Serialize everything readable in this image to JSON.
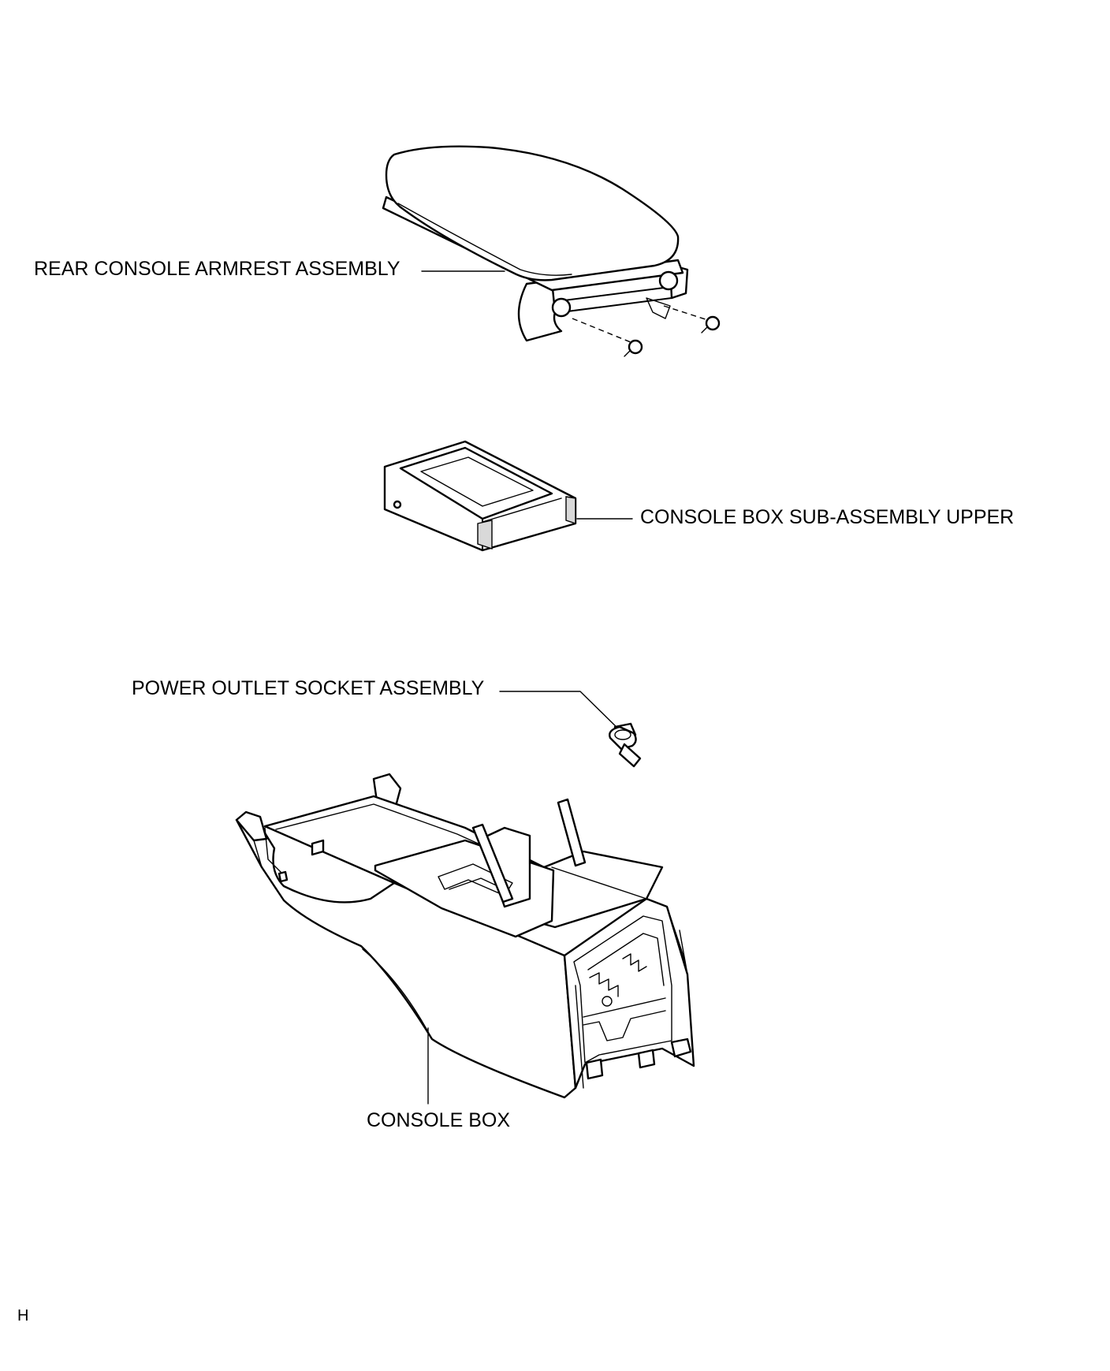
{
  "labels": {
    "armrest": "REAR CONSOLE ARMREST ASSEMBLY",
    "upper_box": "CONSOLE BOX SUB-ASSEMBLY UPPER",
    "power_outlet": "POWER OUTLET SOCKET ASSEMBLY",
    "console_box": "CONSOLE BOX",
    "page_code": "H"
  }
}
